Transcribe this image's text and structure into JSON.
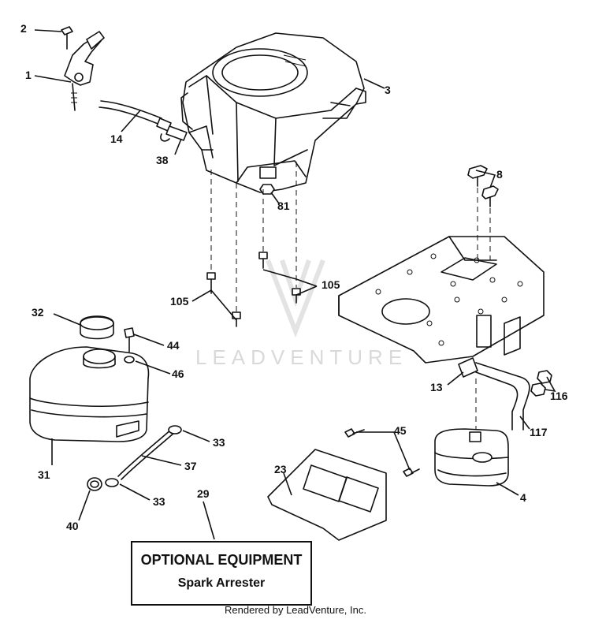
{
  "watermark": "LEADVENTURE",
  "callouts": {
    "c1": "1",
    "c2": "2",
    "c3": "3",
    "c4": "4",
    "c8": "8",
    "c13": "13",
    "c14": "14",
    "c23": "23",
    "c29": "29",
    "c31": "31",
    "c32": "32",
    "c33a": "33",
    "c33b": "33",
    "c37": "37",
    "c38": "38",
    "c40": "40",
    "c44": "44",
    "c45": "45",
    "c46": "46",
    "c81": "81",
    "c105a": "105",
    "c105b": "105",
    "c116": "116",
    "c117": "117"
  },
  "optional_box": {
    "title": "OPTIONAL EQUIPMENT",
    "subtitle": "Spark Arrester"
  },
  "credit": "Rendered by LeadVenture, Inc."
}
